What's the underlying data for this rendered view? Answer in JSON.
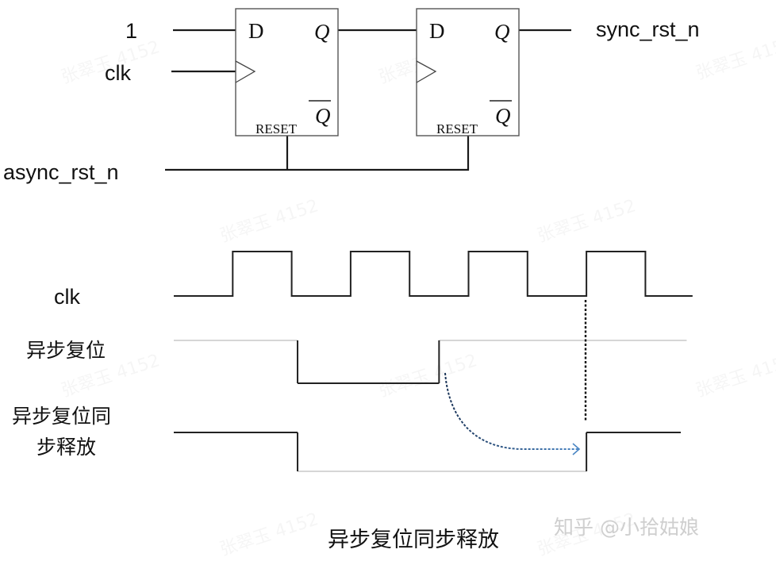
{
  "schematic": {
    "inputs": {
      "d_const": "1",
      "clock": "clk",
      "async_reset": "async_rst_n"
    },
    "output": "sync_rst_n",
    "flip_flops": [
      {
        "id": "ff1",
        "d_pin": "D",
        "q_pin": "Q",
        "qbar_pin": "Q",
        "reset_pin": "RESET"
      },
      {
        "id": "ff2",
        "d_pin": "D",
        "q_pin": "Q",
        "qbar_pin": "Q",
        "reset_pin": "RESET"
      }
    ]
  },
  "timing": {
    "signals": [
      {
        "name": "clk",
        "label_lines": [
          "clk"
        ],
        "levels": [
          0,
          1,
          0,
          1,
          0,
          1,
          0,
          1,
          0
        ],
        "edge_times": [
          0,
          1,
          2,
          3,
          4,
          5,
          6,
          7,
          8
        ],
        "style": "solid"
      },
      {
        "name": "async_reset",
        "label_lines": [
          "异步复位"
        ],
        "segments": [
          {
            "from": 0,
            "to": 2.1,
            "level": 1,
            "style": "gray"
          },
          {
            "from": 2.1,
            "to": 4.5,
            "level": 0,
            "style": "solid"
          },
          {
            "from": 4.5,
            "to": 8.7,
            "level": 1,
            "style": "gray"
          }
        ]
      },
      {
        "name": "sync_release",
        "label_lines": [
          "异步复位同",
          "步释放"
        ],
        "segments": [
          {
            "from": 0,
            "to": 2.1,
            "level": 1,
            "style": "solid"
          },
          {
            "from": 2.1,
            "to": 7,
            "level": 0,
            "style": "gray"
          },
          {
            "from": 7,
            "to": 8.6,
            "level": 1,
            "style": "solid"
          }
        ]
      }
    ],
    "annotation": {
      "release_edge": "clk rising edge marker (dashed)",
      "arrow": "reset deassert → synchronized release",
      "arrow_color": "#2f6aa8"
    }
  },
  "caption": "异步复位同步释放",
  "brand_watermark": "知乎 @小拾姑娘",
  "faint_watermark": "张翠玉 4152"
}
